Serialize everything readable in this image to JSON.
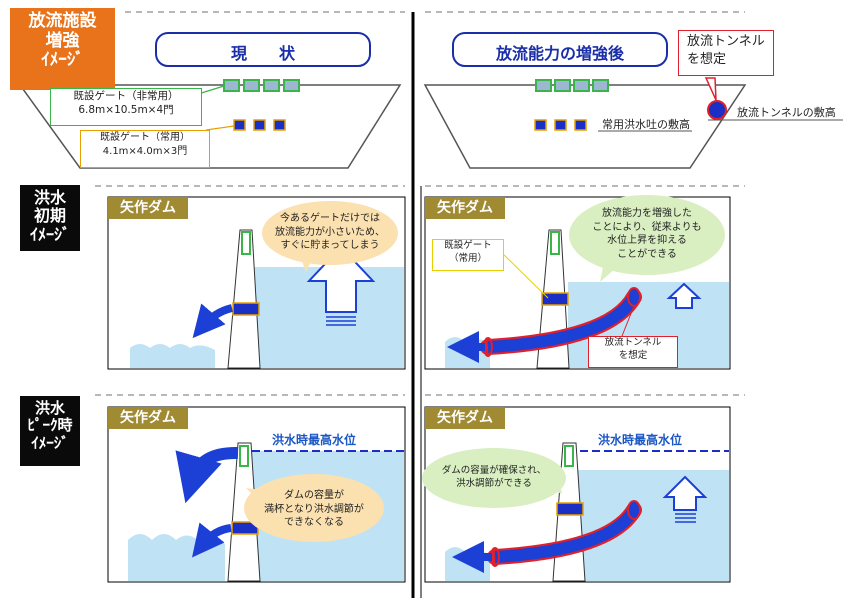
{
  "side_labels": {
    "facility": "放流施設\n増強\nｲﾒｰｼﾞ",
    "initial": "洪水\n初期\nｲﾒｰｼﾞ",
    "peak": "洪水\nﾋﾟｰｸ時\nｲﾒｰｼﾞ"
  },
  "headers": {
    "current": "現　　状",
    "after": "放流能力の増強後"
  },
  "top": {
    "tunnel_assumed": "放流トンネル\nを想定",
    "emergency_gate": "既設ゲート（非常用）\n6.8m×10.5m×4門",
    "regular_gate": "既設ゲート（常用）\n4.1m×4.0m×3門",
    "normal_outlet_level": "常用洪水吐の敷高",
    "tunnel_level": "放流トンネルの敷高"
  },
  "dam_name": "矢作ダム",
  "initial": {
    "left_bubble": "今あるゲートだけでは\n放流能力が小さいため、\nすぐに貯まってしまう",
    "right_bubble": "放流能力を増強した\nことにより、従来よりも\n水位上昇を抑える\nことができる",
    "gate_label": "既設ゲート\n（常用）",
    "tunnel_label": "放流トンネル\nを想定"
  },
  "peak": {
    "max_level": "洪水時最高水位",
    "left_bubble": "ダムの容量が\n満杯となり洪水調節が\nできなくなる",
    "right_bubble": "ダムの容量が確保され、\n洪水調節ができる"
  },
  "colors": {
    "orange_tag": "#e8731a",
    "black_tag": "#0a0a0a",
    "dam_title": "#a08a32",
    "water": "#bfe3f5",
    "arrow_blue": "#1c3fd6",
    "gate_blue": "#1c2fc4",
    "gate_green": "#7ab8e0",
    "tunnel_red": "#e0202a",
    "bubble_green": "#d9efc2",
    "bubble_orange": "#fbe0b0",
    "level_text": "#1a56c4"
  }
}
